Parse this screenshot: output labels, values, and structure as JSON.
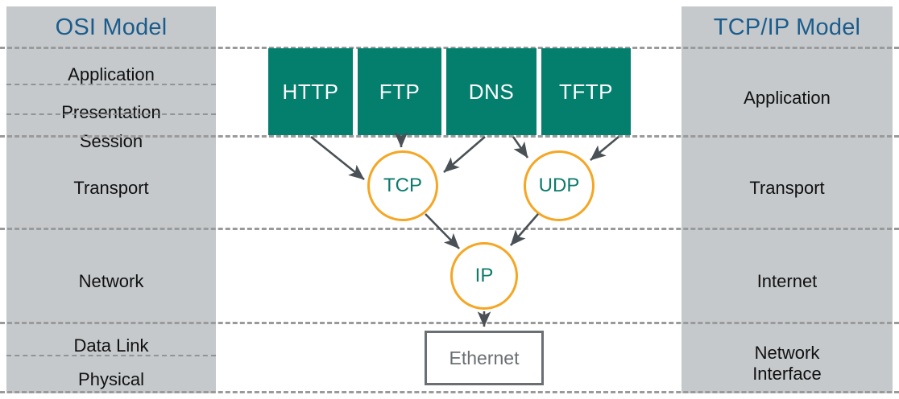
{
  "diagram": {
    "title_left": "OSI Model",
    "title_right": "TCP/IP Model"
  },
  "osi_model": {
    "header": "OSI Model",
    "layers": [
      {
        "label": "Application"
      },
      {
        "label": "Presentation"
      },
      {
        "label": "Session"
      },
      {
        "label": "Transport"
      },
      {
        "label": "Network"
      },
      {
        "label": "Data Link"
      },
      {
        "label": "Physical"
      }
    ]
  },
  "tcpip_model": {
    "header": "TCP/IP Model",
    "layers": [
      {
        "label": "Application"
      },
      {
        "label": "Transport"
      },
      {
        "label": "Internet"
      },
      {
        "label_line1": "Network",
        "label_line2": "Interface"
      }
    ]
  },
  "protocols": {
    "application_boxes": [
      {
        "label": "HTTP"
      },
      {
        "label": "FTP"
      },
      {
        "label": "DNS"
      },
      {
        "label": "TFTP"
      }
    ],
    "transport_circles": [
      {
        "label": "TCP"
      },
      {
        "label": "UDP"
      }
    ],
    "internet_circles": [
      {
        "label": "IP"
      }
    ],
    "link_box": {
      "label": "Ethernet"
    }
  },
  "colors": {
    "panel_background": "#c5c9cc",
    "header_text": "#1b5c8c",
    "protocol_box_fill": "#047f6e",
    "protocol_box_text": "#ffffff",
    "circle_stroke": "#f5a623",
    "circle_text": "#0d7a6c",
    "ethernet_stroke": "#6a6f73",
    "ethernet_text": "#6a6f73",
    "separator": "#9a9a9a",
    "arrow": "#4a5156"
  }
}
